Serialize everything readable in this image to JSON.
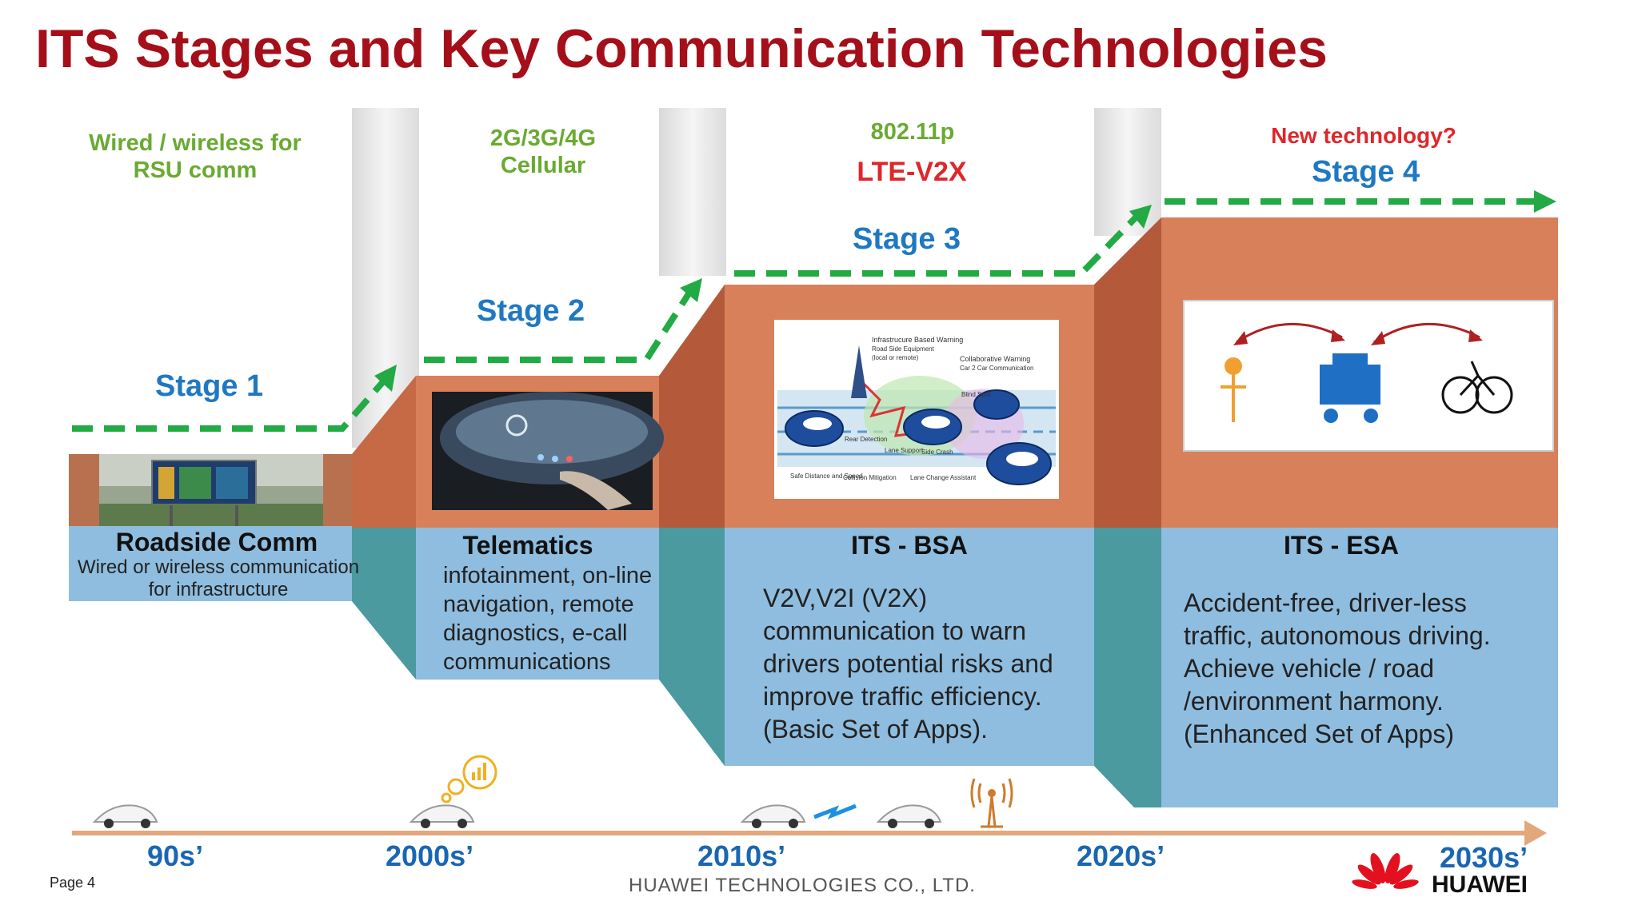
{
  "title": "ITS Stages and Key Communication Technologies",
  "stages": [
    {
      "label": "Stage 1",
      "tech": "Wired / wireless for RSU comm",
      "box_title": "Roadside Comm",
      "box_text": "Wired or wireless communication for infrastructure"
    },
    {
      "label": "Stage 2",
      "tech": "2G/3G/4G Cellular",
      "box_title": "Telematics",
      "box_text": "infotainment, on-line navigation, remote diagnostics,  e-call communications"
    },
    {
      "label": "Stage 3",
      "tech": "802.11p",
      "tech_alt": "LTE-V2X",
      "box_title": "ITS - BSA",
      "box_text": "V2V,V2I (V2X) communication to warn drivers potential risks and improve traffic efficiency. (Basic Set of Apps)."
    },
    {
      "label": "Stage 4",
      "tech": "New technology?",
      "box_title": "ITS - ESA",
      "box_text": "Accident-free, driver-less traffic, autonomous driving. Achieve vehicle / road /environment harmony. (Enhanced Set of Apps)"
    }
  ],
  "diagram_labels": {
    "infra_warning": "Infrastrucure Based Warning",
    "rse": "Road Side Equipment",
    "local_remote": "(local or remote)",
    "collab_warning": "Collaborative Warning",
    "c2c": "Car 2 Car Communication",
    "blind_spot": "Blind Spot",
    "rear_detection": "Rear Detection",
    "lane_support": "Lane Support",
    "side_crash": "Side Crash",
    "safe_distance": "Safe Distance and Speed",
    "collision_mitigation": "Collision Mitigation",
    "lane_change": "Lane Change Assistant"
  },
  "timeline": [
    "90s’",
    "2000s’",
    "2010s’",
    "2020s’",
    "2030s’"
  ],
  "footer": {
    "page": "Page 4",
    "company": "HUAWEI TECHNOLOGIES CO., LTD.",
    "brand": "HUAWEI"
  },
  "colors": {
    "title": "#a50f1a",
    "stage_blue": "#1f78c2",
    "tech_green": "#6aaa32",
    "tech_red": "#e0262a",
    "upper_orange": "#d8805a",
    "lower_blue": "#8fbddf",
    "side_teal": "#4a9aa0",
    "arrow_green": "#22aa44",
    "timeline": "#e3a77c"
  },
  "icons": [
    "car-icon",
    "signal-bubble-icon",
    "wireless-signal-icon",
    "antenna-tower-icon",
    "pedestrian-icon",
    "vehicle-icon",
    "bicycle-icon",
    "huawei-logo"
  ]
}
